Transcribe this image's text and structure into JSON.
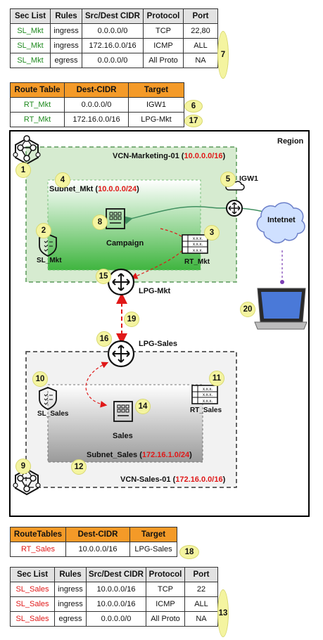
{
  "sec_list_mkt": {
    "headers": [
      "Sec List",
      "Rules",
      "Src/Dest CIDR",
      "Protocol",
      "Port"
    ],
    "rows": [
      [
        "SL_Mkt",
        "ingress",
        "0.0.0.0/0",
        "TCP",
        "22,80"
      ],
      [
        "SL_Mkt",
        "ingress",
        "172.16.0.0/16",
        "ICMP",
        "ALL"
      ],
      [
        "SL_Mkt",
        "egress",
        "0.0.0.0/0",
        "All Proto",
        "NA"
      ]
    ],
    "badge": "7"
  },
  "route_table_mkt": {
    "headers": [
      "Route Table",
      "Dest-CIDR",
      "Target"
    ],
    "rows": [
      {
        "name": "RT_Mkt",
        "cidr": "0.0.0.0/0",
        "target": "IGW1",
        "badge": "6"
      },
      {
        "name": "RT_Mkt",
        "cidr": "172.16.0.0/16",
        "target": "LPG-Mkt",
        "badge": "17"
      }
    ]
  },
  "region": {
    "label": "Region"
  },
  "vcn_mkt": {
    "name": "VCN-Marketing-01",
    "cidr": "10.0.0.0/16",
    "badge": "1"
  },
  "subnet_mkt": {
    "name": "Subnet_Mkt",
    "cidr": "10.0.0.0/24",
    "badge": "4"
  },
  "igw": {
    "label": "IGW1",
    "badge": "5"
  },
  "internet": {
    "label": "Intetnet"
  },
  "campaign": {
    "label": "Campaign",
    "badge": "8"
  },
  "sl_mkt_icon": {
    "label": "SL_Mkt",
    "badge": "2"
  },
  "rt_mkt_icon": {
    "label": "RT_Mkt",
    "badge": "3"
  },
  "lpg_mkt": {
    "label": "LPG-Mkt",
    "badge": "15"
  },
  "peering": {
    "badge": "19"
  },
  "laptop": {
    "badge": "20"
  },
  "lpg_sales": {
    "label": "LPG-Sales",
    "badge": "16"
  },
  "vcn_sales": {
    "name": "VCN-Sales-01",
    "cidr": "172.16.0.0/16",
    "badge": "9"
  },
  "subnet_sales": {
    "name": "Subnet_Sales",
    "cidr": "172.16.1.0/24",
    "badge": "12"
  },
  "sl_sales_icon": {
    "label": "SL_Sales",
    "badge": "10"
  },
  "rt_sales_icon": {
    "label": "RT_Sales",
    "badge": "11"
  },
  "sales": {
    "label": "Sales",
    "badge": "14"
  },
  "route_table_sales": {
    "headers": [
      "RouteTables",
      "Dest-CIDR",
      "Target"
    ],
    "rows": [
      {
        "name": "RT_Sales",
        "cidr": "10.0.0.0/16",
        "target": "LPG-Sales"
      }
    ],
    "badge": "18"
  },
  "sec_list_sales": {
    "headers": [
      "Sec List",
      "Rules",
      "Src/Dest CIDR",
      "Protocol",
      "Port"
    ],
    "rows": [
      [
        "SL_Sales",
        "ingress",
        "10.0.0.0/16",
        "TCP",
        "22"
      ],
      [
        "SL_Sales",
        "ingress",
        "10.0.0.0/16",
        "ICMP",
        "ALL"
      ],
      [
        "SL_Sales",
        "egress",
        "0.0.0.0/0",
        "All Proto",
        "NA"
      ]
    ],
    "badge": "13"
  },
  "colors": {
    "name_green": "#1f8a1f",
    "name_red": "#e01818",
    "cidr_red": "#e01818",
    "header_gray": "#e2e2e2",
    "header_orange": "#f49a28",
    "badge_yellow": "#f4f4a0"
  }
}
